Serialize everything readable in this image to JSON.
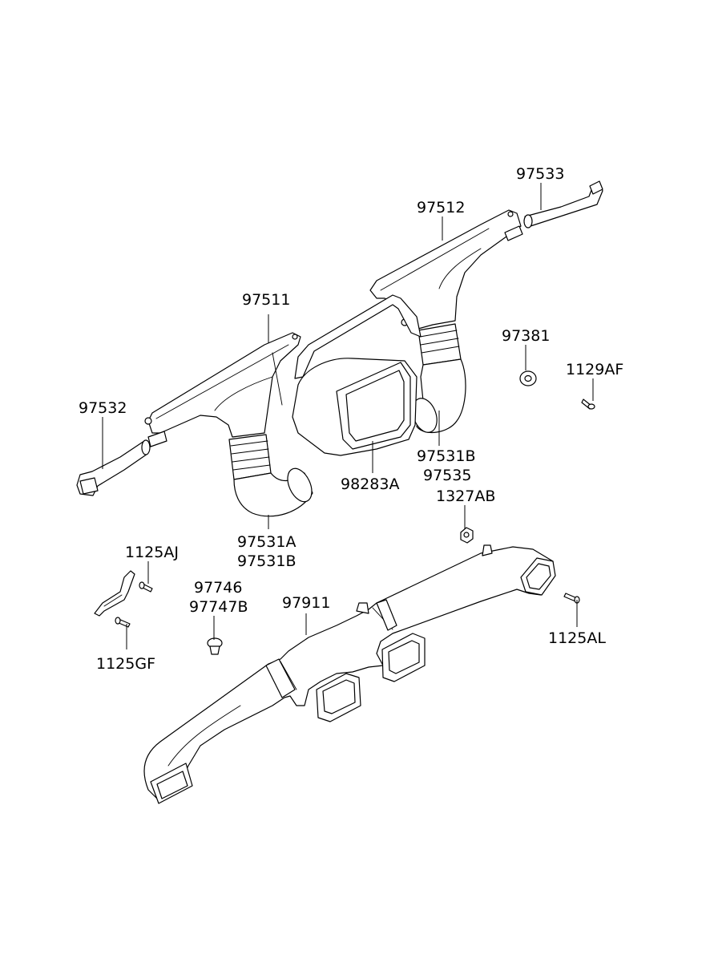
{
  "labels": {
    "p97533": "97533",
    "p97512": "97512",
    "p97511": "97511",
    "p97381": "97381",
    "p1129AF": "1129AF",
    "p97532": "97532",
    "p97531B_r": "97531B",
    "p97535": "97535",
    "p98283A": "98283A",
    "p1327AB": "1327AB",
    "p97531A": "97531A",
    "p97531B_l": "97531B",
    "p1125AJ": "1125AJ",
    "p97746": "97746",
    "p97747B": "97747B",
    "p97911": "97911",
    "p1125AL": "1125AL",
    "p1125GF": "1125GF"
  }
}
